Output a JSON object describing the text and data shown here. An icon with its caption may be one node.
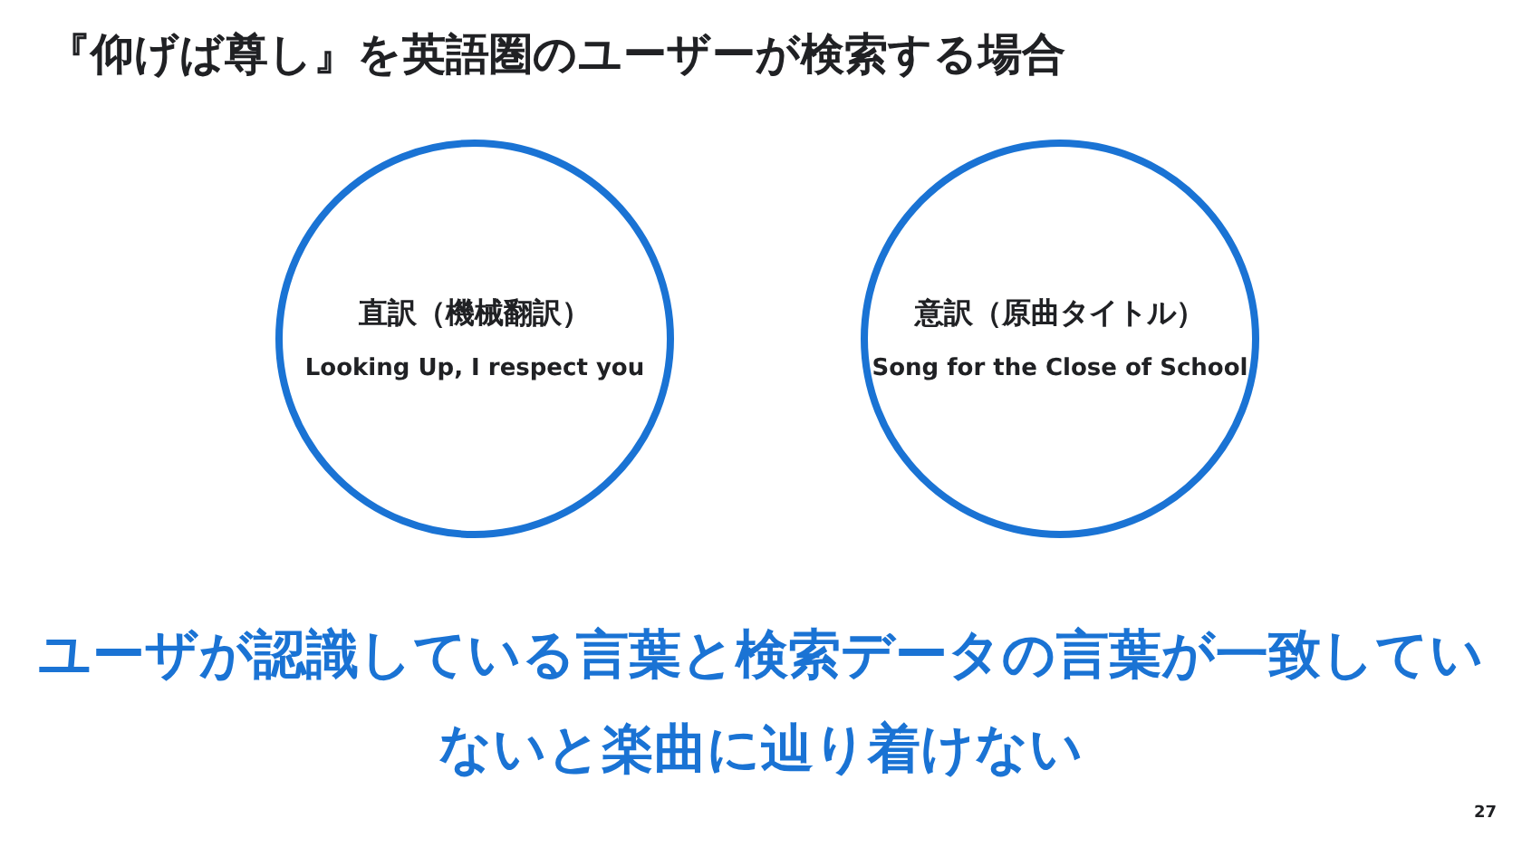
{
  "diagram": {
    "title": "『仰げば尊し』を英語圏のユーザーが検索する場合",
    "nodes": [
      {
        "text": [
          "直訳（機械翻訳）",
          "Looking Up, I respect you"
        ]
      },
      {
        "text": [
          "意訳（原曲タイトル）",
          "Song for the Close of School"
        ]
      }
    ],
    "caption": "ユーザが認識している言葉と検索データの言葉が一致していないと楽曲に辿り着けない",
    "labels": [
      "27"
    ]
  }
}
